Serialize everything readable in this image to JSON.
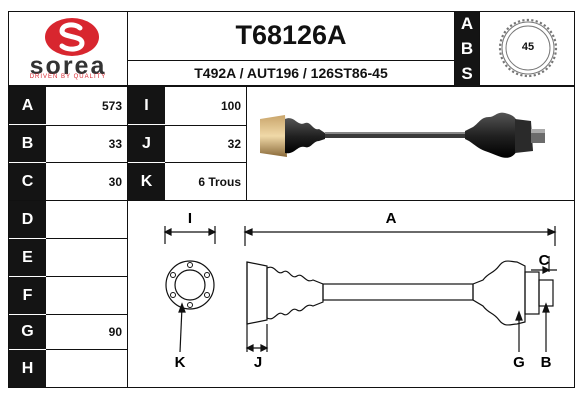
{
  "brand": {
    "name": "sorea",
    "tagline": "DRIVEN BY QUALITY",
    "logo_color": "#d8262f"
  },
  "header": {
    "part_number": "T68126A",
    "cross_references": "T492A / AUT196 / 126ST86-45",
    "abs_letters": [
      "A",
      "B",
      "S"
    ],
    "abs_teeth": "45"
  },
  "specs": [
    {
      "label": "A",
      "value": "573"
    },
    {
      "label": "B",
      "value": "33"
    },
    {
      "label": "C",
      "value": "30"
    },
    {
      "label": "D",
      "value": ""
    },
    {
      "label": "E",
      "value": ""
    },
    {
      "label": "F",
      "value": ""
    },
    {
      "label": "G",
      "value": "90"
    },
    {
      "label": "H",
      "value": ""
    }
  ],
  "specs_right": [
    {
      "label": "I",
      "value": "100"
    },
    {
      "label": "J",
      "value": "32"
    },
    {
      "label": "K",
      "value": "6 Trous"
    }
  ],
  "diagram": {
    "label_I": "I",
    "label_A": "A",
    "label_C": "C",
    "label_K": "K",
    "label_J": "J",
    "label_G": "G",
    "label_B": "B"
  }
}
